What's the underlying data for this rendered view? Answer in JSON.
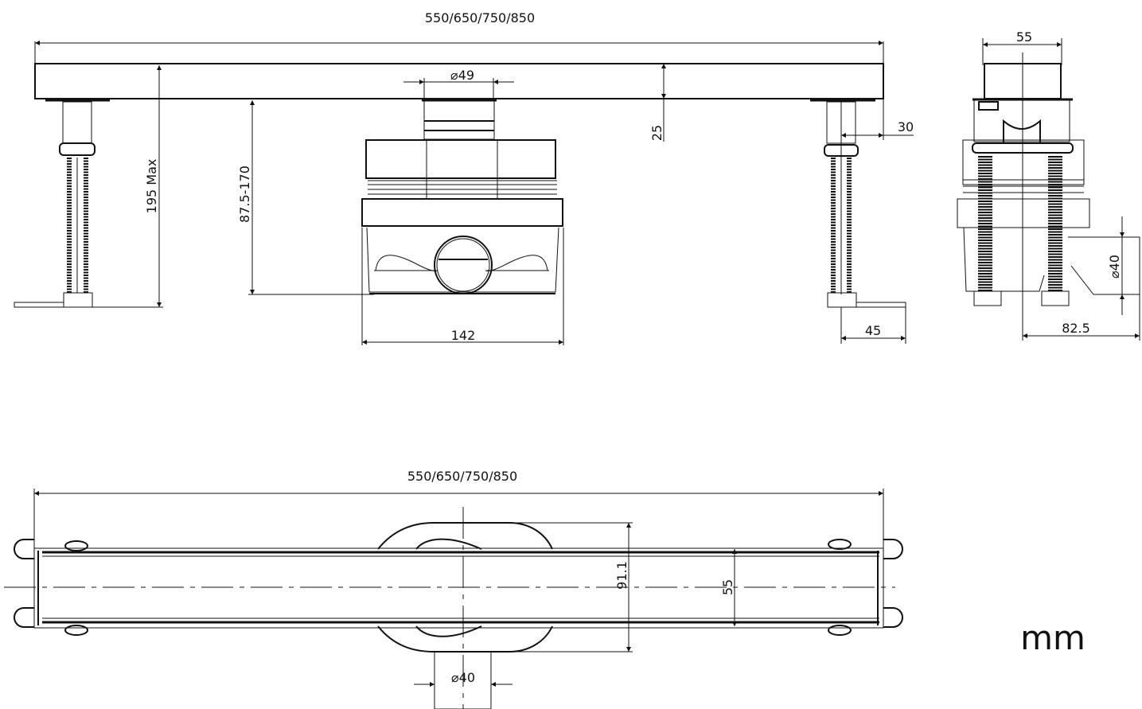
{
  "drawing": {
    "unit_label": "mm",
    "side_view": {
      "length_label": "550/650/750/850",
      "outlet_diameter_label": "⌀49",
      "height_max_label": "195 Max",
      "adjust_range_label": "87.5-170",
      "channel_height_label": "25",
      "leg_offset_label": "30",
      "foot_length_label": "45",
      "trap_width_label": "142"
    },
    "end_view": {
      "channel_width_label": "55",
      "outlet_diameter_label": "⌀40",
      "outlet_offset_label": "82.5"
    },
    "top_view": {
      "length_label": "550/650/750/850",
      "trap_width_label": "91.1",
      "channel_width_label": "55",
      "outlet_diameter_label": "⌀40"
    }
  }
}
